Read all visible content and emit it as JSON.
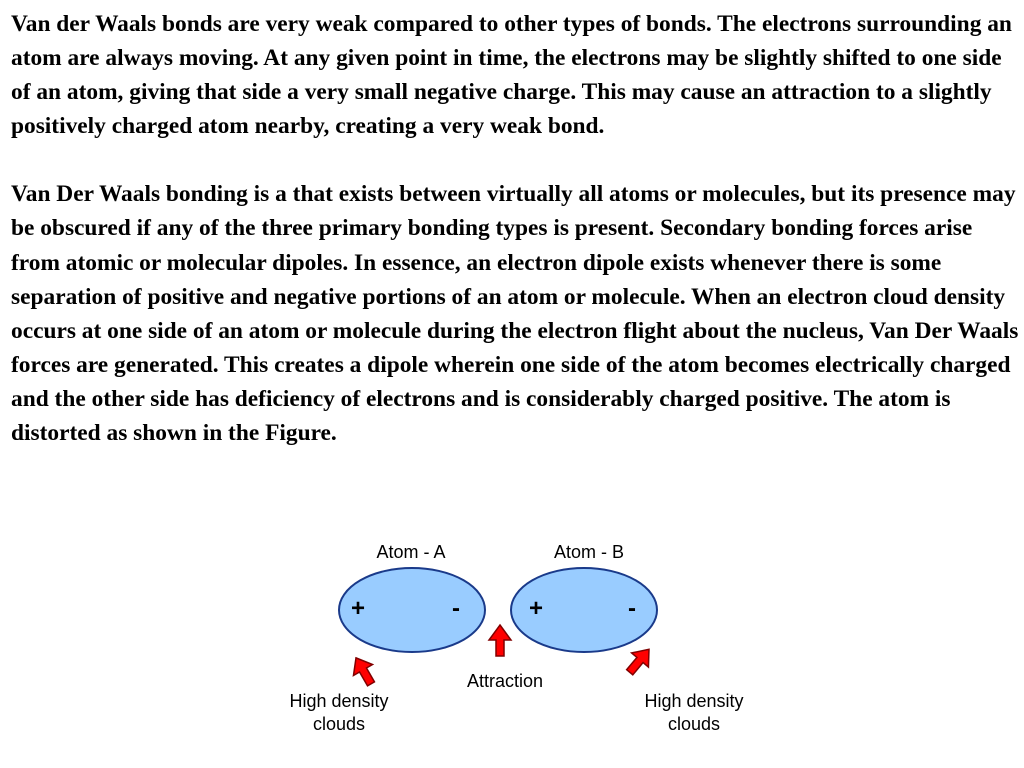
{
  "paragraphs": [
    "Van der Waals bonds are very weak compared to other types of bonds. The electrons surrounding an atom are always moving. At any given point in time, the electrons may be slightly shifted to one side of an atom, giving that side a very small negative charge. This may cause an attraction to a slightly positively charged atom nearby, creating a very weak bond.",
    "Van Der Waals bonding is a that exists between virtually all atoms or molecules, but its presence may be obscured if any of the three primary bonding types is present. Secondary bonding forces arise from atomic or molecular dipoles. In essence, an electron dipole exists whenever there is some separation of positive and negative portions of an atom or molecule. When an electron cloud density occurs at one side of an atom or molecule during the electron flight about the nucleus, Van Der Waals forces are generated. This creates a dipole wherein one side of the atom becomes electrically charged and the other side has deficiency of electrons and is considerably charged positive. The atom is distorted as shown in the Figure."
  ],
  "figure": {
    "atom_a_label": "Atom - A",
    "atom_b_label": "Atom - B",
    "atom_a_positive": "+",
    "atom_a_negative": "-",
    "atom_b_positive": "+",
    "atom_b_negative": "-",
    "attraction_label": "Attraction",
    "left_density_line1": "High density",
    "left_density_line2": "clouds",
    "right_density_line1": "High density",
    "right_density_line2": "clouds",
    "colors": {
      "atom_fill": "#99ccff",
      "atom_stroke": "#1a3a8a",
      "arrow_fill": "#ff0000",
      "arrow_stroke": "#800000"
    }
  }
}
